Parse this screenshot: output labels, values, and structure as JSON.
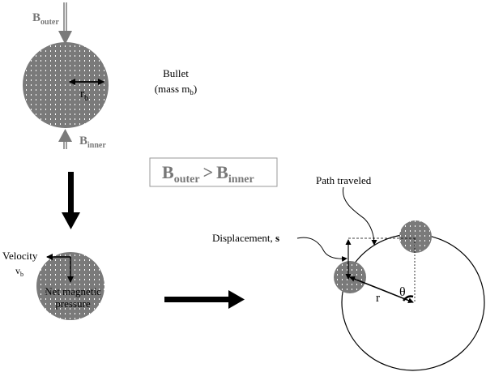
{
  "colors": {
    "bullet_fill": "#7a7a7a",
    "gray_text": "#7a7a7a",
    "line": "#000000",
    "box_border": "#999999"
  },
  "top_panel": {
    "b_outer": {
      "main": "B",
      "sub": "outer"
    },
    "b_inner": {
      "main": "B",
      "sub": "inner"
    },
    "radius": {
      "main": "r",
      "sub": "b"
    },
    "bullet_title": "Bullet",
    "bullet_mass_prefix": "(mass m",
    "bullet_mass_sub": "b",
    "bullet_mass_suffix": ")"
  },
  "condition_box": {
    "left_main": "B",
    "left_sub": "outer",
    "op": ">",
    "right_main": "B",
    "right_sub": "inner"
  },
  "bottom_left": {
    "velocity": "Velocity",
    "velocity_sym_main": "v",
    "velocity_sym_sub": "b",
    "pressure_line1": "Net magnetic",
    "pressure_line2": "pressure"
  },
  "orbit_panel": {
    "path_label": "Path traveled",
    "displacement_label": "Displacement, ",
    "displacement_sym": "s",
    "radius_label": "r",
    "angle_label": "θ"
  }
}
